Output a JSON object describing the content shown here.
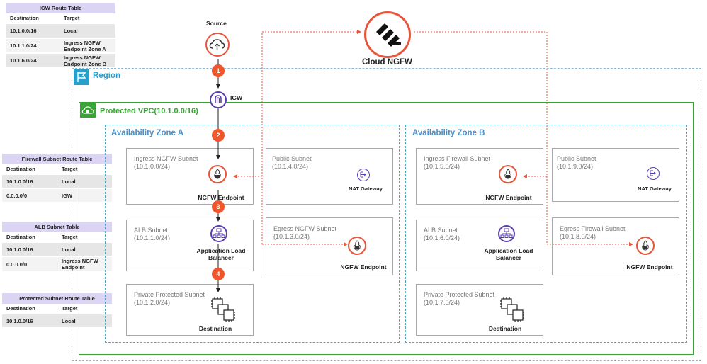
{
  "igw_table": {
    "title": "IGW Route Table",
    "headers": [
      "Destination",
      "Target"
    ],
    "rows": [
      [
        "10.1.0.0/16",
        "Local"
      ],
      [
        "10.1.1.0/24",
        "Ingress NGFW\nEndpoint Zone A"
      ],
      [
        "10.1.6.0/24",
        "Ingress NGFW\nEndpoint Zone B"
      ]
    ]
  },
  "firewall_table": {
    "title": "Firewall Subnet Route Table",
    "headers": [
      "Destination",
      "Target"
    ],
    "rows": [
      [
        "10.1.0.0/16",
        "Local"
      ],
      [
        "0.0.0.0/0",
        "IGW"
      ]
    ]
  },
  "alb_table": {
    "title": "ALB Subnet Table",
    "headers": [
      "Destination",
      "Target"
    ],
    "rows": [
      [
        "10.1.0.0/16",
        "Local"
      ],
      [
        "0.0.0.0/0",
        "Ingress NGFW\nEndpoint"
      ]
    ]
  },
  "protected_table": {
    "title": "Protected Subnet Route Table",
    "headers": [
      "Destination",
      "Target"
    ],
    "rows": [
      [
        "10.1.0.0/16",
        "Local"
      ]
    ]
  },
  "source_label": "Source",
  "igw_label": "IGW",
  "cloud_ngfw_label": "Cloud NGFW",
  "region_label": "Region",
  "vpc_label": "Protected VPC(10.1.0.0/16)",
  "steps": [
    "1",
    "2",
    "3",
    "4"
  ],
  "zone_a": {
    "title": "Availability Zone A",
    "ingress": {
      "name": "Ingress NGFW  Subnet",
      "cidr": "(10.1.0.0/24)",
      "endpoint": "NGFW Endpoint"
    },
    "public": {
      "name": "Public Subnet",
      "cidr": "(10.1.4.0/24)",
      "nat": "NAT Gateway"
    },
    "alb": {
      "name": "ALB Subnet",
      "cidr": "(10.1.1.0/24)",
      "lb": "Application Load\nBalancer"
    },
    "egress": {
      "name": "Egress  NGFW Subnet",
      "cidr": "(10.1.3.0/24)",
      "endpoint": "NGFW Endpoint"
    },
    "private": {
      "name": "Private Protected Subnet",
      "cidr": "(10.1.2.0/24)",
      "dest": "Destination"
    }
  },
  "zone_b": {
    "title": "Availability Zone B",
    "ingress": {
      "name": "Ingress Firewall Subnet",
      "cidr": "(10.1.5.0/24)",
      "endpoint": "NGFW Endpoint"
    },
    "public": {
      "name": "Public Subnet",
      "cidr": "(10.1.9.0/24)",
      "nat": "NAT Gateway"
    },
    "alb": {
      "name": "ALB Subnet",
      "cidr": "(10.1.6.0/24)",
      "lb": "Application Load\nBalancer"
    },
    "egress": {
      "name": "Egress  Firewall Subnet",
      "cidr": "(10.1.8.0/24)",
      "endpoint": "NGFW Endpoint"
    },
    "private": {
      "name": "Private Protected Subnet",
      "cidr": "(10.1.7.0/24)",
      "dest": "Destination"
    }
  },
  "colors": {
    "accent_orange": "#f0552b",
    "vpc_green": "#3aa335",
    "region_blue": "#2a9fc9",
    "zone_blue": "#4a90c8",
    "table_purple": "#dcd4f3",
    "lb_purple": "#5a3fb0"
  }
}
